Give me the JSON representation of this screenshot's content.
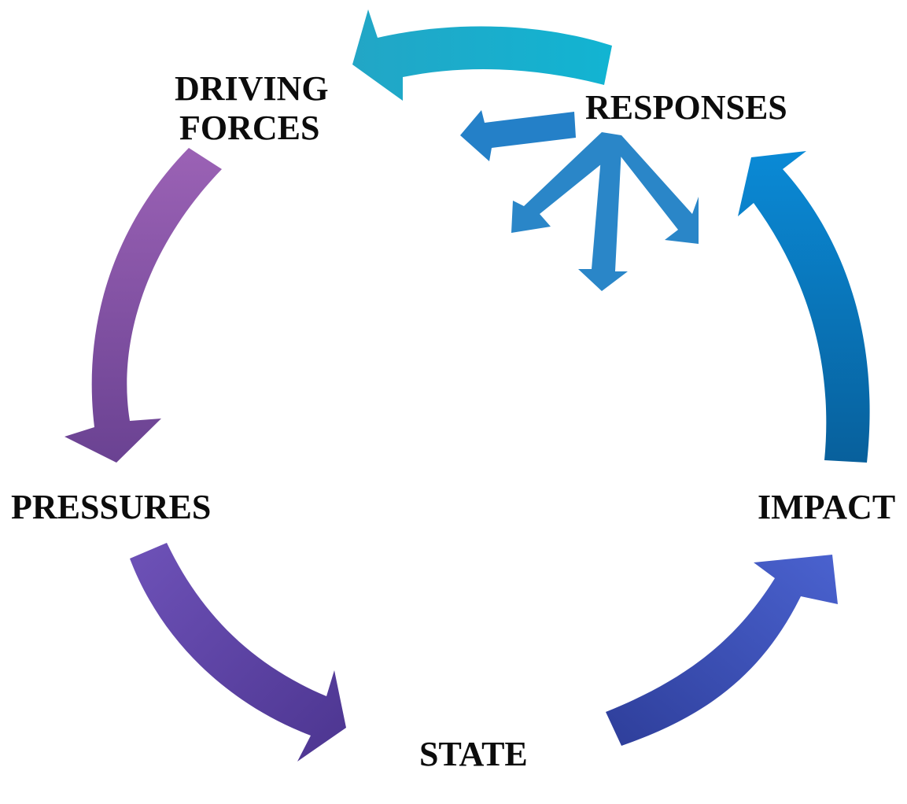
{
  "diagram": {
    "nodes": {
      "driving_forces": {
        "line1": "DRIVING",
        "line2": "FORCES"
      },
      "responses": "RESPONSES",
      "pressures": "PRESSURES",
      "impact": "IMPACT",
      "state": "STATE"
    },
    "colors": {
      "driving_to_pressures": "#7a55a6",
      "pressures_to_state": "#5a3f9c",
      "state_to_impact": "#3d4fb2",
      "impact_to_responses": "#1278bd",
      "responses_to_driving": "#14acc8",
      "responses_arrows": "#2a86c8",
      "label_text": "#0c0c0c"
    }
  }
}
